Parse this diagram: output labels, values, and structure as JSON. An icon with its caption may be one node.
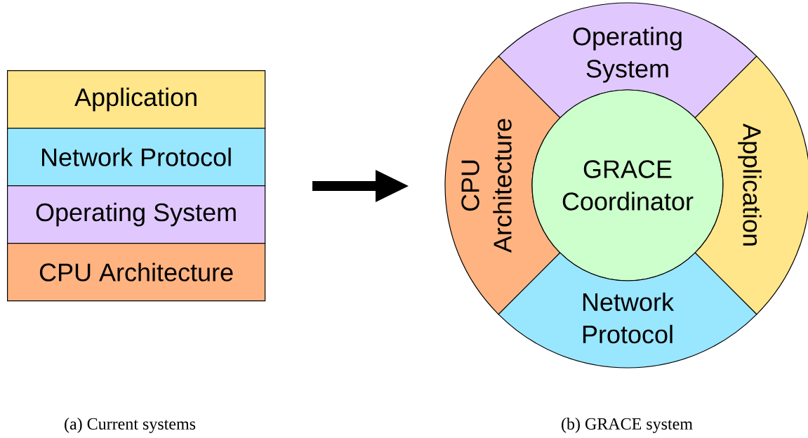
{
  "diagram": {
    "nodes": [
      {
        "text": [
          "Application"
        ]
      },
      {
        "text": [
          "Network Protocol"
        ]
      },
      {
        "text": [
          "Operating System"
        ]
      },
      {
        "text": [
          "CPU Architecture"
        ]
      },
      {
        "text": [
          "Operating System"
        ]
      },
      {
        "text": [
          "CPU Architecture"
        ]
      },
      {
        "text": [
          "GRACE Coordinator"
        ]
      },
      {
        "text": [
          "Application"
        ]
      },
      {
        "text": [
          "Network Protocol"
        ]
      }
    ],
    "labels": [
      "(a) Current systems",
      "(b) GRACE system"
    ]
  }
}
